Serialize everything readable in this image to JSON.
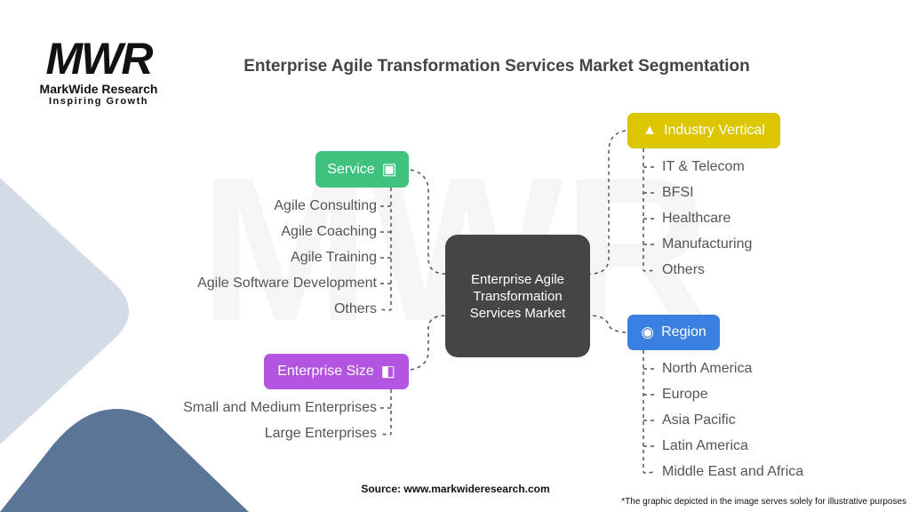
{
  "brand": {
    "logo_text": "MWR",
    "name": "MarkWide Research",
    "tagline": "Inspiring Growth"
  },
  "title": "Enterprise Agile Transformation Services Market Segmentation",
  "center": {
    "label": "Enterprise Agile Transformation Services Market"
  },
  "segments": {
    "service": {
      "label": "Service",
      "color": "#3ec27e",
      "icon": "box-icon",
      "items": [
        "Agile Consulting",
        "Agile Coaching",
        "Agile Training",
        "Agile Software Development",
        "Others"
      ]
    },
    "enterprise_size": {
      "label": "Enterprise Size",
      "color": "#b355e0",
      "icon": "size-icon",
      "items": [
        "Small and Medium Enterprises",
        "Large Enterprises"
      ]
    },
    "industry_vertical": {
      "label": "Industry Vertical",
      "color": "#dcc600",
      "icon": "chart-icon",
      "items": [
        "IT & Telecom",
        "BFSI",
        "Healthcare",
        "Manufacturing",
        "Others"
      ]
    },
    "region": {
      "label": "Region",
      "color": "#3b7fe0",
      "icon": "globe-icon",
      "items": [
        "North America",
        "Europe",
        "Asia Pacific",
        "Latin America",
        "Middle East and Africa"
      ]
    }
  },
  "source": "Source: www.markwideresearch.com",
  "footnote": "*The graphic depicted in the image serves solely for illustrative purposes"
}
